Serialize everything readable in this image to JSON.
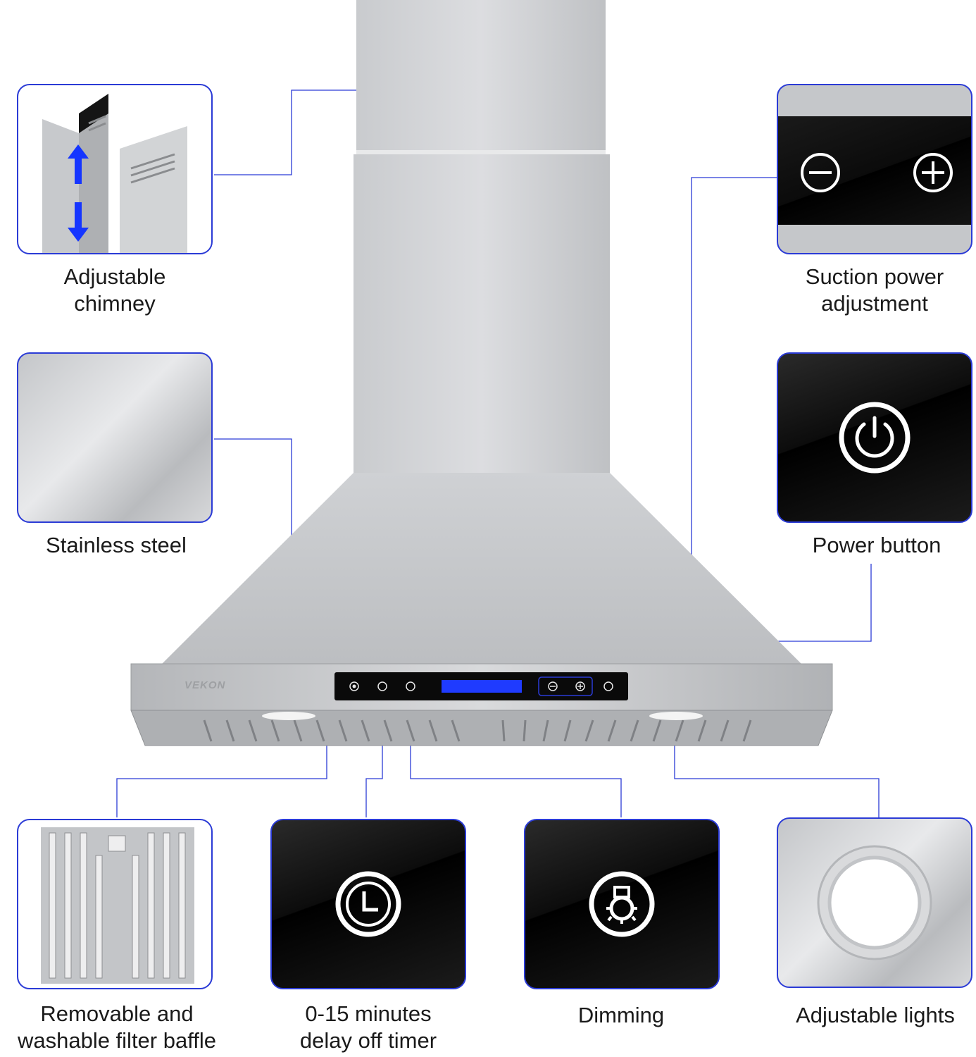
{
  "features": {
    "adjustable_chimney": {
      "label": "Adjustable\nchimney"
    },
    "stainless_steel": {
      "label": "Stainless steel"
    },
    "suction_power": {
      "label": "Suction power\nadjustment"
    },
    "power_button": {
      "label": "Power button"
    },
    "filter_baffle": {
      "label": "Removable and\nwashable filter baffle"
    },
    "delay_timer": {
      "label": "0-15 minutes\ndelay off timer"
    },
    "dimming": {
      "label": "Dimming"
    },
    "adjustable_lights": {
      "label": "Adjustable lights"
    }
  },
  "product": {
    "brand": "VEKON"
  },
  "colors": {
    "accent": "#2b3bd6",
    "leader_line": "#2b3bd6",
    "steel": "#c8cacd",
    "glass": "#0a0a0a",
    "display": "#1f3bff"
  },
  "icons": [
    "arrow-up-icon",
    "arrow-down-icon",
    "minus-circle-icon",
    "plus-circle-icon",
    "power-icon",
    "clock-icon",
    "light-gear-icon",
    "light-ring-icon"
  ]
}
